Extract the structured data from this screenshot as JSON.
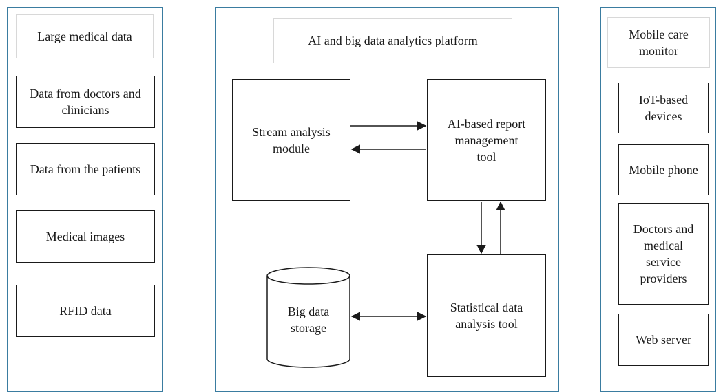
{
  "left_panel": {
    "title": "Large medical data",
    "items": [
      "Data from doctors and\nclinicians",
      "Data from the patients",
      "Medical images",
      "RFID data"
    ]
  },
  "center_panel": {
    "title": "AI and big data analytics platform",
    "stream": "Stream analysis\nmodule",
    "report": "AI-based report\nmanagement\ntool",
    "stats": "Statistical data\nanalysis tool",
    "storage": "Big data\nstorage"
  },
  "right_panel": {
    "title": "Mobile care\nmonitor",
    "items": [
      "IoT-based\ndevices",
      "Mobile phone",
      "Doctors and\nmedical\nservice\nproviders",
      "Web server"
    ]
  }
}
